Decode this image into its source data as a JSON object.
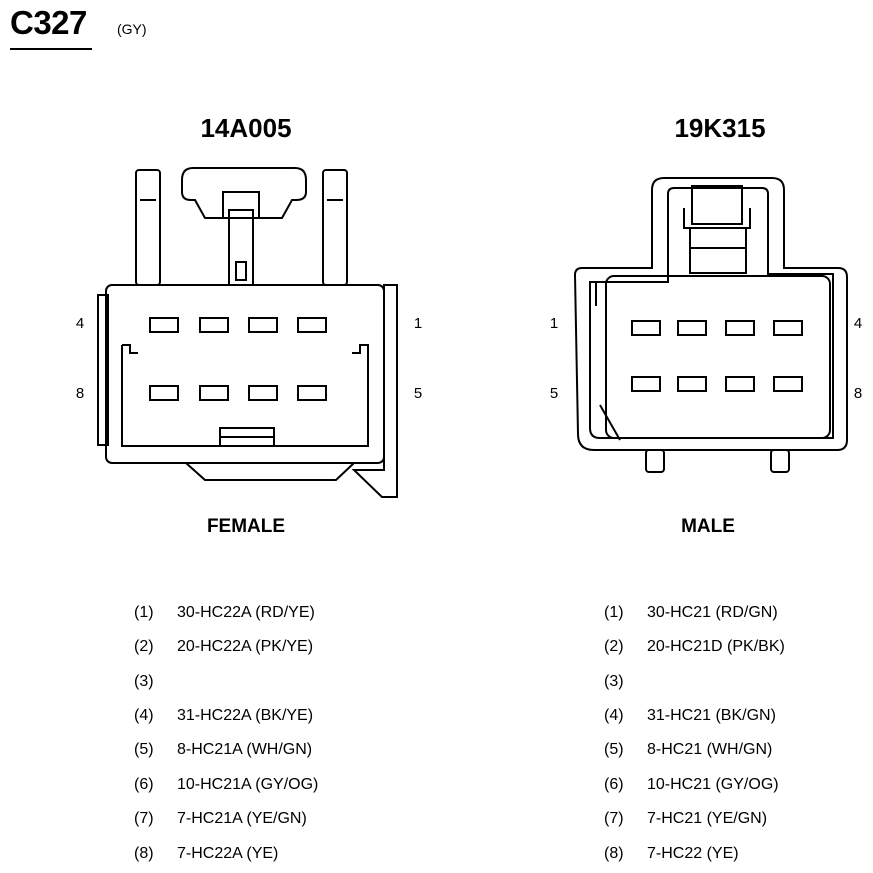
{
  "header": {
    "connector_id": "C327",
    "connector_color": "(GY)"
  },
  "female": {
    "part_number": "14A005",
    "gender": "FEMALE",
    "side_labels": {
      "top_left": "4",
      "bottom_left": "8",
      "top_right": "1",
      "bottom_right": "5"
    },
    "pins": [
      {
        "num": "(1)",
        "circuit": "30-HC22A (RD/YE)"
      },
      {
        "num": "(2)",
        "circuit": "20-HC22A (PK/YE)"
      },
      {
        "num": "(3)",
        "circuit": ""
      },
      {
        "num": "(4)",
        "circuit": "31-HC22A (BK/YE)"
      },
      {
        "num": "(5)",
        "circuit": "8-HC21A (WH/GN)"
      },
      {
        "num": "(6)",
        "circuit": "10-HC21A (GY/OG)"
      },
      {
        "num": "(7)",
        "circuit": "7-HC21A (YE/GN)"
      },
      {
        "num": "(8)",
        "circuit": "7-HC22A (YE)"
      }
    ]
  },
  "male": {
    "part_number": "19K315",
    "gender": "MALE",
    "side_labels": {
      "top_left": "1",
      "bottom_left": "5",
      "top_right": "4",
      "bottom_right": "8"
    },
    "pins": [
      {
        "num": "(1)",
        "circuit": "30-HC21 (RD/GN)"
      },
      {
        "num": "(2)",
        "circuit": "20-HC21D (PK/BK)"
      },
      {
        "num": "(3)",
        "circuit": ""
      },
      {
        "num": "(4)",
        "circuit": "31-HC21 (BK/GN)"
      },
      {
        "num": "(5)",
        "circuit": "8-HC21 (WH/GN)"
      },
      {
        "num": "(6)",
        "circuit": "10-HC21 (GY/OG)"
      },
      {
        "num": "(7)",
        "circuit": "7-HC21 (YE/GN)"
      },
      {
        "num": "(8)",
        "circuit": "7-HC22 (YE)"
      }
    ]
  }
}
